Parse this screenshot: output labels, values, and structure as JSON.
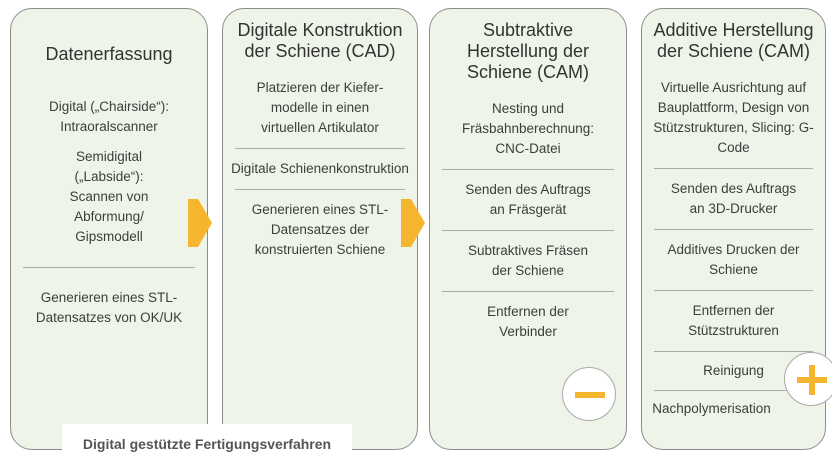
{
  "columns": [
    {
      "title": "Datenerfassung",
      "items": [
        "Digital („Chairside“): Intraoralscanner",
        "Semidigital („Labside“): Scannen von Abformung/ Gipsmodell",
        "Generieren eines STL-Datensatzes von OK/UK"
      ]
    },
    {
      "title": "Digitale Konstruktion der Schiene (CAD)",
      "items": [
        "Platzieren der Kiefer-modelle in einen virtuellen Artikulator",
        "Digitale Schienenkonstruktion",
        "Generieren eines STL-Datensatzes der konstruierten Schiene"
      ]
    },
    {
      "title": "Subtraktive Herstellung der Schiene (CAM)",
      "items": [
        "Nesting und Fräsbahnberechnung: CNC-Datei",
        "Senden des Auftrags an Fräsgerät",
        "Subtraktives Fräsen der Schiene",
        "Entfernen der Verbinder"
      ]
    },
    {
      "title": "Additive Herstellung der Schiene (CAM)",
      "items": [
        "Virtuelle Ausrichtung auf Bauplattform, Design von Stützstrukturen, Slicing: G-Code",
        "Senden des Auftrags an 3D-Drucker",
        "Additives Drucken der Schiene",
        "Entfernen der Stützstrukturen",
        "Reinigung",
        "Nachpolymerisation"
      ]
    }
  ],
  "caption": "Digital gestützte Fertigungsverfahren",
  "icons": {
    "subtractive": "minus-icon",
    "additive": "plus-icon",
    "flow": "arrow-right-icon"
  },
  "colors": {
    "accent": "#f6b52e",
    "box_fill": "#eef5e8"
  }
}
